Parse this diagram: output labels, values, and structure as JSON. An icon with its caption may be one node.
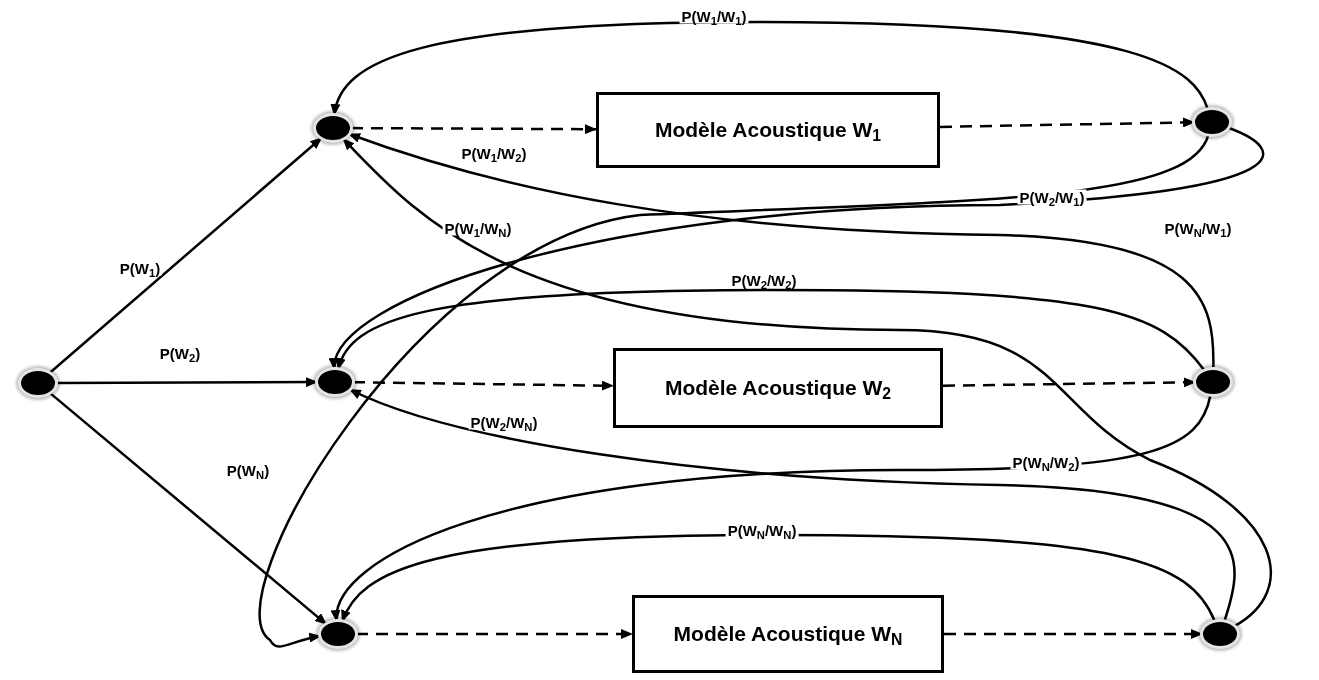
{
  "diagram": {
    "nodes": [
      {
        "text": [],
        "shape": "circle"
      },
      {
        "text": [],
        "shape": "circle"
      },
      {
        "text": [
          "Modèle Acoustique W$_{1}$"
        ]
      },
      {
        "text": [],
        "shape": "circle"
      },
      {
        "text": [],
        "shape": "circle"
      },
      {
        "text": [
          "Modèle Acoustique W$_{2}$"
        ]
      },
      {
        "text": [],
        "shape": "circle"
      },
      {
        "text": [],
        "shape": "circle"
      },
      {
        "text": [
          "Modèle Acoustique W$_{N}$"
        ]
      },
      {
        "text": [],
        "shape": "circle"
      }
    ],
    "edges": [
      {
        "from": 0,
        "to": 1,
        "arrow": "to",
        "label": "P(W$_{1}$)"
      },
      {
        "from": 0,
        "to": 4,
        "arrow": "to",
        "label": "P(W$_{2}$)"
      },
      {
        "from": 0,
        "to": 7,
        "arrow": "to",
        "label": "P(W$_{N}$)"
      },
      {
        "from": 1,
        "to": 2,
        "arrow": "to",
        "style": "dashed"
      },
      {
        "from": 2,
        "to": 3,
        "arrow": "to",
        "style": "dashed"
      },
      {
        "from": 4,
        "to": 5,
        "arrow": "to",
        "style": "dashed"
      },
      {
        "from": 5,
        "to": 6,
        "arrow": "to",
        "style": "dashed"
      },
      {
        "from": 7,
        "to": 8,
        "arrow": "to",
        "style": "dashed"
      },
      {
        "from": 8,
        "to": 9,
        "arrow": "to",
        "style": "dashed"
      },
      {
        "from": 3,
        "to": 1,
        "arrow": "to",
        "label": "P(W$_{1}$/W$_{1}$)"
      },
      {
        "from": 6,
        "to": 1,
        "arrow": "to",
        "label": "P(W$_{1}$/W$_{2}$)"
      },
      {
        "from": 9,
        "to": 1,
        "arrow": "to",
        "label": "P(W$_{1}$/W$_{N}$)"
      },
      {
        "from": 3,
        "to": 4,
        "arrow": "to",
        "label": "P(W$_{2}$/W$_{1}$)"
      },
      {
        "from": 3,
        "to": 7,
        "arrow": "to",
        "label": "P(W$_{N}$/W$_{1}$)"
      },
      {
        "from": 6,
        "to": 4,
        "arrow": "to",
        "label": "P(W$_{2}$/W$_{2}$)"
      },
      {
        "from": 9,
        "to": 4,
        "arrow": "to",
        "label": "P(W$_{2}$/W$_{N}$)"
      },
      {
        "from": 6,
        "to": 7,
        "arrow": "to",
        "label": "P(W$_{N}$/W$_{2}$)"
      },
      {
        "from": 9,
        "to": 7,
        "arrow": "to",
        "label": "P(W$_{N}$/W$_{N}$)"
      }
    ]
  }
}
